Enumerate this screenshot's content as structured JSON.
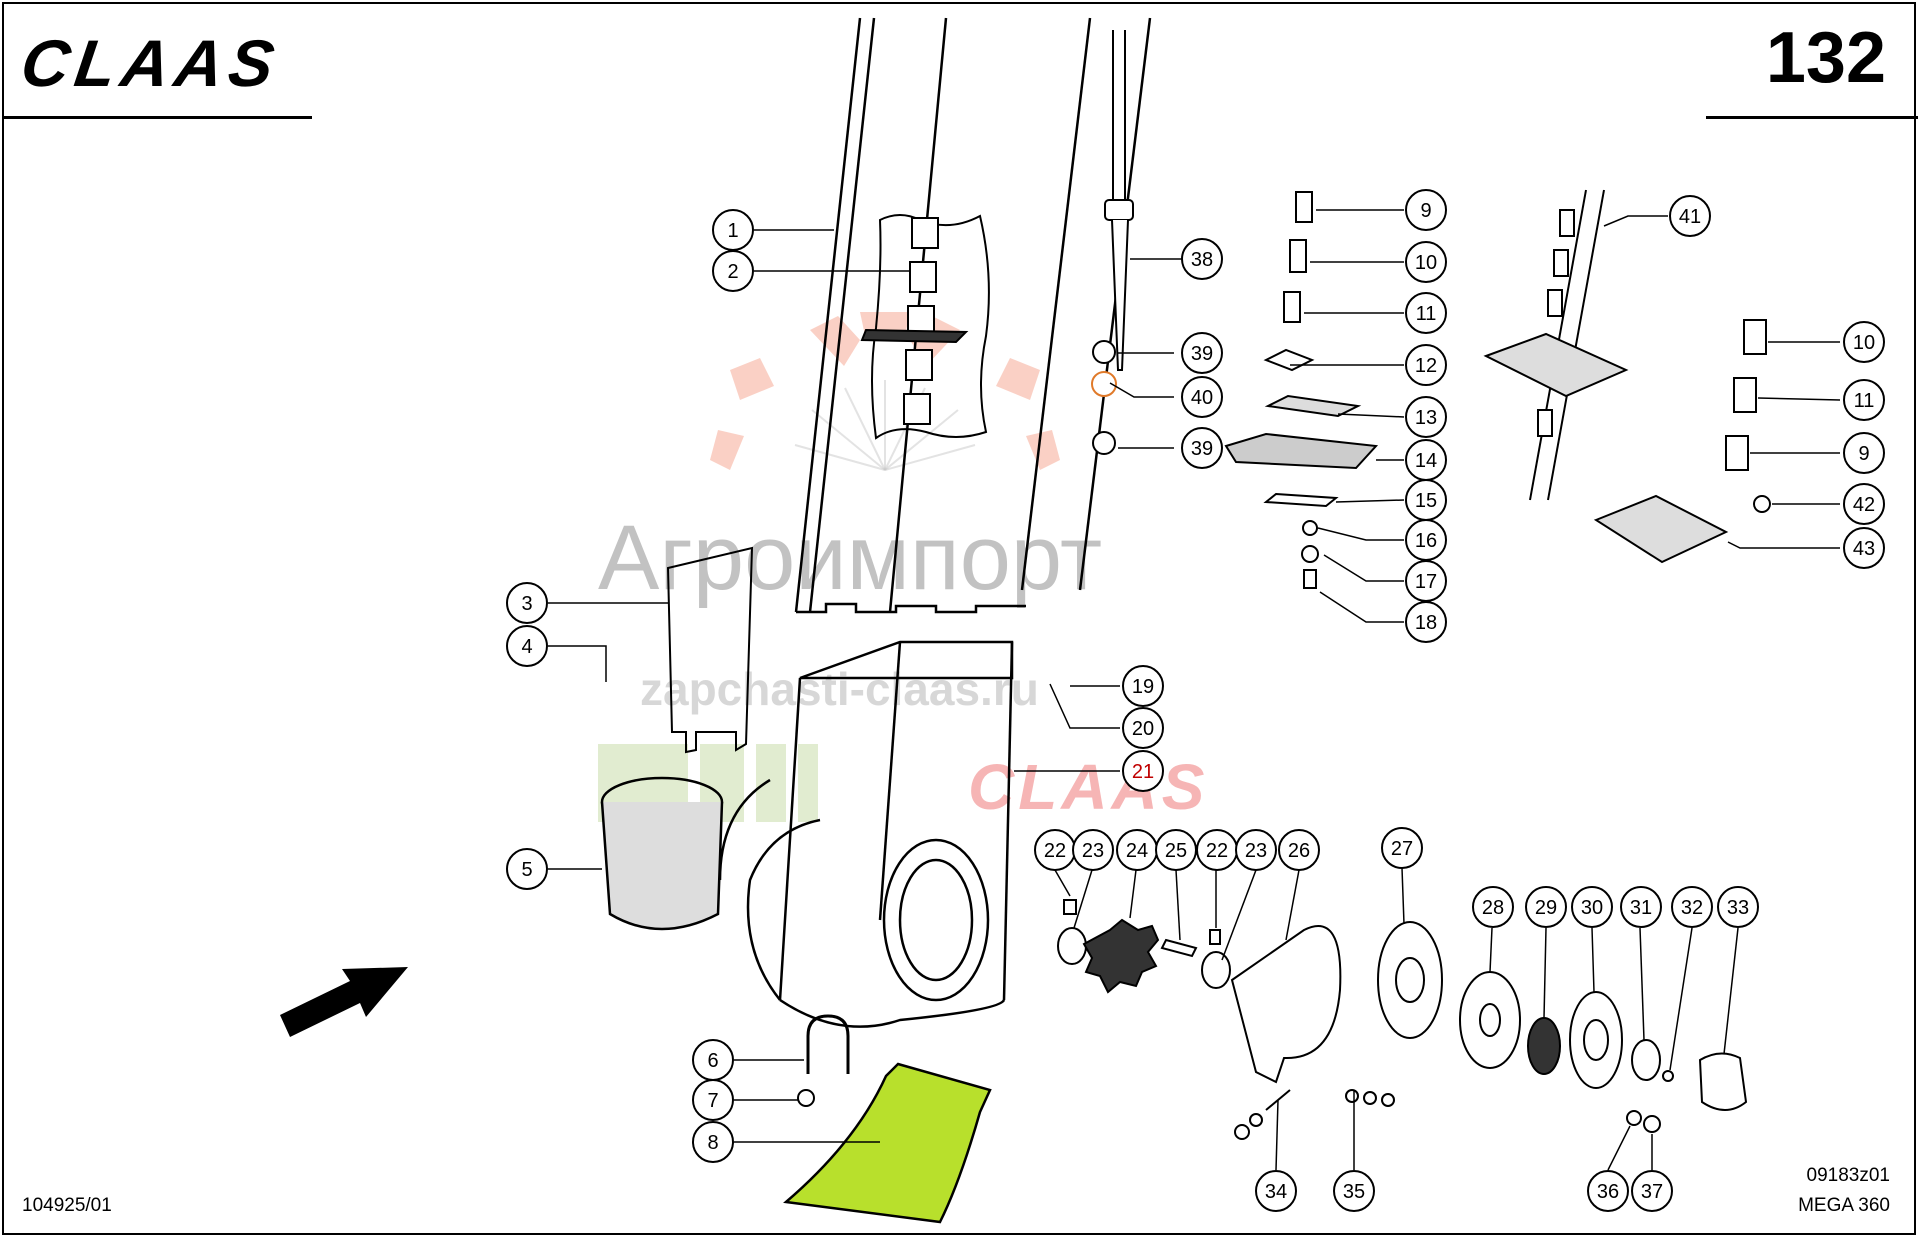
{
  "header": {
    "brand": "CLAAS",
    "page_number": "132"
  },
  "footer": {
    "doc_code": "104925/01",
    "sheet_code": "09183z01",
    "model": "MEGA 360"
  },
  "watermark": {
    "company": "Агроимпорт",
    "site": "zapchasti-claas.ru",
    "brand": "CLAAS"
  },
  "colors": {
    "highlight_part": "#b8e02c",
    "watermark_red": "#eb5a5a",
    "watermark_gray": "#8c8c8c"
  },
  "callouts": [
    {
      "num": "1"
    },
    {
      "num": "2"
    },
    {
      "num": "3"
    },
    {
      "num": "4"
    },
    {
      "num": "5"
    },
    {
      "num": "6"
    },
    {
      "num": "7"
    },
    {
      "num": "8"
    },
    {
      "num": "9"
    },
    {
      "num": "10"
    },
    {
      "num": "11"
    },
    {
      "num": "12"
    },
    {
      "num": "13"
    },
    {
      "num": "14"
    },
    {
      "num": "15"
    },
    {
      "num": "16"
    },
    {
      "num": "17"
    },
    {
      "num": "18"
    },
    {
      "num": "19"
    },
    {
      "num": "20"
    },
    {
      "num": "21"
    },
    {
      "num": "22"
    },
    {
      "num": "23"
    },
    {
      "num": "24"
    },
    {
      "num": "25"
    },
    {
      "num": "22"
    },
    {
      "num": "23"
    },
    {
      "num": "26"
    },
    {
      "num": "27"
    },
    {
      "num": "28"
    },
    {
      "num": "29"
    },
    {
      "num": "30"
    },
    {
      "num": "31"
    },
    {
      "num": "32"
    },
    {
      "num": "33"
    },
    {
      "num": "34"
    },
    {
      "num": "35"
    },
    {
      "num": "36"
    },
    {
      "num": "37"
    },
    {
      "num": "38"
    },
    {
      "num": "39"
    },
    {
      "num": "40"
    },
    {
      "num": "39"
    },
    {
      "num": "41"
    },
    {
      "num": "10"
    },
    {
      "num": "11"
    },
    {
      "num": "9"
    },
    {
      "num": "42"
    },
    {
      "num": "43"
    }
  ]
}
